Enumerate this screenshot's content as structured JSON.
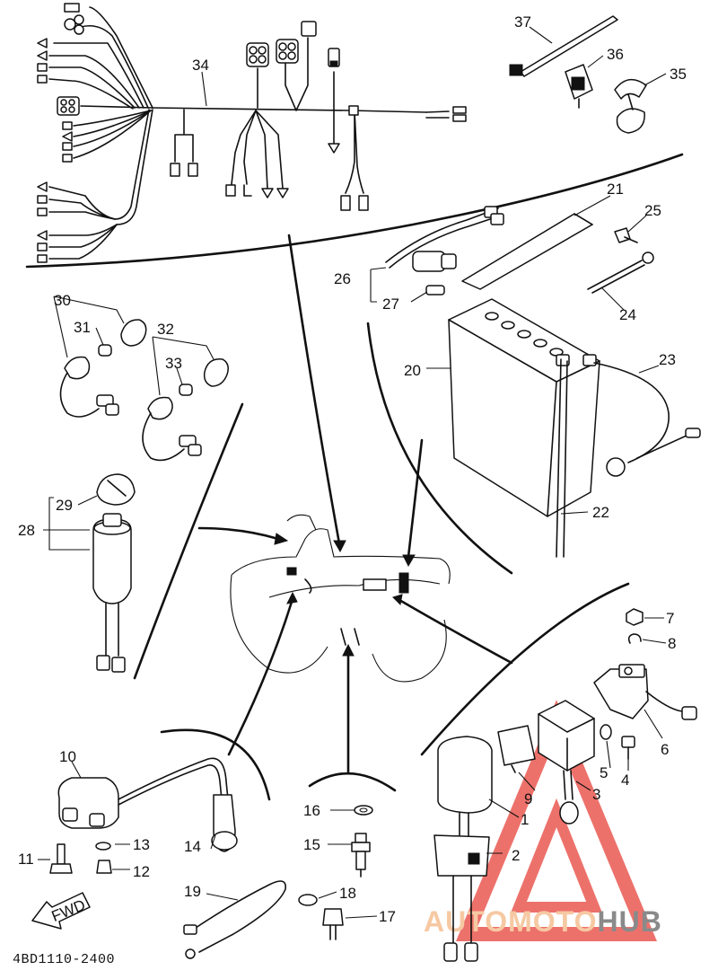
{
  "diagram": {
    "drawing_code": "4BD1110-2400",
    "fwd_label": "FWD",
    "watermark": {
      "part1": "AUTO",
      "part2": "MOTO",
      "part3": "HUB",
      "accent_color": "#e8423a",
      "gray_color": "#8a8a8a"
    },
    "callouts": [
      {
        "id": "c1",
        "text": "1"
      },
      {
        "id": "c2",
        "text": "2"
      },
      {
        "id": "c3",
        "text": "3"
      },
      {
        "id": "c4",
        "text": "4"
      },
      {
        "id": "c5",
        "text": "5"
      },
      {
        "id": "c6",
        "text": "6"
      },
      {
        "id": "c7",
        "text": "7"
      },
      {
        "id": "c8",
        "text": "8"
      },
      {
        "id": "c9",
        "text": "9"
      },
      {
        "id": "c10",
        "text": "10"
      },
      {
        "id": "c11",
        "text": "11"
      },
      {
        "id": "c12",
        "text": "12"
      },
      {
        "id": "c13",
        "text": "13"
      },
      {
        "id": "c14",
        "text": "14"
      },
      {
        "id": "c15",
        "text": "15"
      },
      {
        "id": "c16",
        "text": "16"
      },
      {
        "id": "c17",
        "text": "17"
      },
      {
        "id": "c18",
        "text": "18"
      },
      {
        "id": "c19",
        "text": "19"
      },
      {
        "id": "c20",
        "text": "20"
      },
      {
        "id": "c21",
        "text": "21"
      },
      {
        "id": "c22",
        "text": "22"
      },
      {
        "id": "c23",
        "text": "23"
      },
      {
        "id": "c24",
        "text": "24"
      },
      {
        "id": "c25",
        "text": "25"
      },
      {
        "id": "c26",
        "text": "26"
      },
      {
        "id": "c27",
        "text": "27"
      },
      {
        "id": "c28",
        "text": "28"
      },
      {
        "id": "c29",
        "text": "29"
      },
      {
        "id": "c30",
        "text": "30"
      },
      {
        "id": "c31",
        "text": "31"
      },
      {
        "id": "c32",
        "text": "32"
      },
      {
        "id": "c33",
        "text": "33"
      },
      {
        "id": "c34",
        "text": "34"
      },
      {
        "id": "c35",
        "text": "35"
      },
      {
        "id": "c36",
        "text": "36"
      },
      {
        "id": "c37",
        "text": "37"
      }
    ]
  }
}
